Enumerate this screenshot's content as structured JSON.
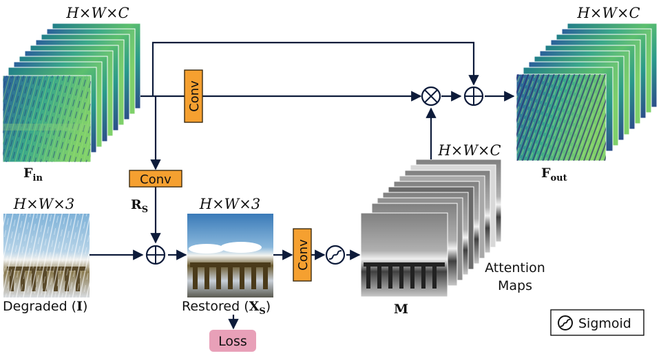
{
  "labels": {
    "dim_hwc_in": "H×W×C",
    "dim_hwc_out": "H×W×C",
    "dim_hwc_att": "H×W×C",
    "dim_hw3_deg": "H×W×3",
    "dim_hw3_res": "H×W×3",
    "f_in_main": "F",
    "f_in_sub": "in",
    "f_out_main": "F",
    "f_out_sub": "out",
    "rs_main": "R",
    "rs_sub": "S",
    "degraded_text": "Degraded (",
    "degraded_sym": "I",
    "degraded_close": ")",
    "restored_text": "Restored (",
    "restored_sym": "X",
    "restored_sub": "S",
    "restored_close": ")",
    "m_label": "M",
    "attention_line1": "Attention",
    "attention_line2": "Maps",
    "legend_sigmoid": "Sigmoid"
  },
  "blocks": {
    "conv_top": "Conv",
    "conv_mid": "Conv",
    "conv_bottom": "Conv",
    "loss": "Loss"
  },
  "colors": {
    "conv_fill": "#f5a030",
    "loss_fill": "#e8a0b8",
    "arrow": "#0d1b3a",
    "feature_teal": "#2a8c8c",
    "feature_green": "#6cc26a",
    "feature_navy": "#2a3a7a"
  },
  "icons": {
    "multiply": "circled-times-icon",
    "add": "circled-plus-icon",
    "sigmoid": "sigmoid-icon"
  }
}
